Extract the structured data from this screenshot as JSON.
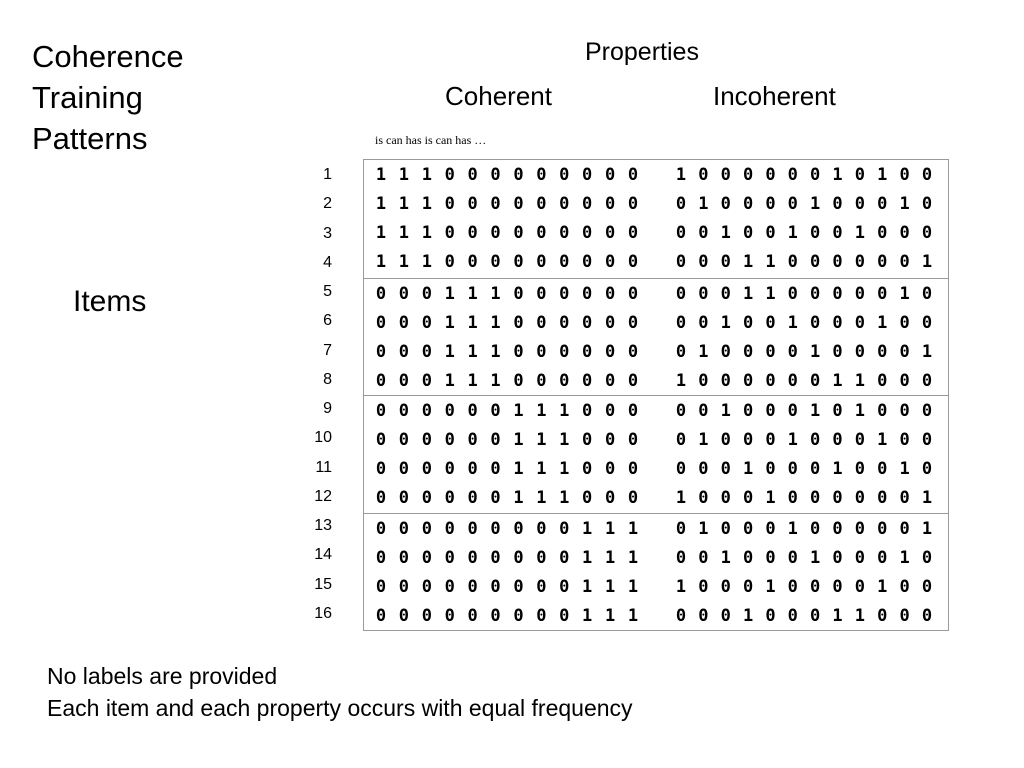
{
  "title": [
    "Coherence",
    "Training",
    "Patterns"
  ],
  "header": {
    "properties": "Properties",
    "coherent": "Coherent",
    "incoherent": "Incoherent",
    "subtitle": "is can has is can has …"
  },
  "items_label": "Items",
  "table": {
    "rows": [
      {
        "id": "1",
        "coherent": [
          "1",
          "1",
          "1",
          "0",
          "0",
          "0",
          "0",
          "0",
          "0",
          "0",
          "0",
          "0"
        ],
        "incoherent": [
          "1",
          "0",
          "0",
          "0",
          "0",
          "0",
          "0",
          "1",
          "0",
          "1",
          "0",
          "0"
        ]
      },
      {
        "id": "2",
        "coherent": [
          "1",
          "1",
          "1",
          "0",
          "0",
          "0",
          "0",
          "0",
          "0",
          "0",
          "0",
          "0"
        ],
        "incoherent": [
          "0",
          "1",
          "0",
          "0",
          "0",
          "0",
          "1",
          "0",
          "0",
          "0",
          "1",
          "0"
        ]
      },
      {
        "id": "3",
        "coherent": [
          "1",
          "1",
          "1",
          "0",
          "0",
          "0",
          "0",
          "0",
          "0",
          "0",
          "0",
          "0"
        ],
        "incoherent": [
          "0",
          "0",
          "1",
          "0",
          "0",
          "1",
          "0",
          "0",
          "1",
          "0",
          "0",
          "0"
        ]
      },
      {
        "id": "4",
        "coherent": [
          "1",
          "1",
          "1",
          "0",
          "0",
          "0",
          "0",
          "0",
          "0",
          "0",
          "0",
          "0"
        ],
        "incoherent": [
          "0",
          "0",
          "0",
          "1",
          "1",
          "0",
          "0",
          "0",
          "0",
          "0",
          "0",
          "1"
        ]
      },
      {
        "id": "5",
        "coherent": [
          "0",
          "0",
          "0",
          "1",
          "1",
          "1",
          "0",
          "0",
          "0",
          "0",
          "0",
          "0"
        ],
        "incoherent": [
          "0",
          "0",
          "0",
          "1",
          "1",
          "0",
          "0",
          "0",
          "0",
          "0",
          "1",
          "0"
        ]
      },
      {
        "id": "6",
        "coherent": [
          "0",
          "0",
          "0",
          "1",
          "1",
          "1",
          "0",
          "0",
          "0",
          "0",
          "0",
          "0"
        ],
        "incoherent": [
          "0",
          "0",
          "1",
          "0",
          "0",
          "1",
          "0",
          "0",
          "0",
          "1",
          "0",
          "0"
        ]
      },
      {
        "id": "7",
        "coherent": [
          "0",
          "0",
          "0",
          "1",
          "1",
          "1",
          "0",
          "0",
          "0",
          "0",
          "0",
          "0"
        ],
        "incoherent": [
          "0",
          "1",
          "0",
          "0",
          "0",
          "0",
          "1",
          "0",
          "0",
          "0",
          "0",
          "1"
        ]
      },
      {
        "id": "8",
        "coherent": [
          "0",
          "0",
          "0",
          "1",
          "1",
          "1",
          "0",
          "0",
          "0",
          "0",
          "0",
          "0"
        ],
        "incoherent": [
          "1",
          "0",
          "0",
          "0",
          "0",
          "0",
          "0",
          "1",
          "1",
          "0",
          "0",
          "0"
        ]
      },
      {
        "id": "9",
        "coherent": [
          "0",
          "0",
          "0",
          "0",
          "0",
          "0",
          "1",
          "1",
          "1",
          "0",
          "0",
          "0"
        ],
        "incoherent": [
          "0",
          "0",
          "1",
          "0",
          "0",
          "0",
          "1",
          "0",
          "1",
          "0",
          "0",
          "0"
        ]
      },
      {
        "id": "10",
        "coherent": [
          "0",
          "0",
          "0",
          "0",
          "0",
          "0",
          "1",
          "1",
          "1",
          "0",
          "0",
          "0"
        ],
        "incoherent": [
          "0",
          "1",
          "0",
          "0",
          "0",
          "1",
          "0",
          "0",
          "0",
          "1",
          "0",
          "0"
        ]
      },
      {
        "id": "11",
        "coherent": [
          "0",
          "0",
          "0",
          "0",
          "0",
          "0",
          "1",
          "1",
          "1",
          "0",
          "0",
          "0"
        ],
        "incoherent": [
          "0",
          "0",
          "0",
          "1",
          "0",
          "0",
          "0",
          "1",
          "0",
          "0",
          "1",
          "0"
        ]
      },
      {
        "id": "12",
        "coherent": [
          "0",
          "0",
          "0",
          "0",
          "0",
          "0",
          "1",
          "1",
          "1",
          "0",
          "0",
          "0"
        ],
        "incoherent": [
          "1",
          "0",
          "0",
          "0",
          "1",
          "0",
          "0",
          "0",
          "0",
          "0",
          "0",
          "1"
        ]
      },
      {
        "id": "13",
        "coherent": [
          "0",
          "0",
          "0",
          "0",
          "0",
          "0",
          "0",
          "0",
          "0",
          "1",
          "1",
          "1"
        ],
        "incoherent": [
          "0",
          "1",
          "0",
          "0",
          "0",
          "1",
          "0",
          "0",
          "0",
          "0",
          "0",
          "1"
        ]
      },
      {
        "id": "14",
        "coherent": [
          "0",
          "0",
          "0",
          "0",
          "0",
          "0",
          "0",
          "0",
          "0",
          "1",
          "1",
          "1"
        ],
        "incoherent": [
          "0",
          "0",
          "1",
          "0",
          "0",
          "0",
          "1",
          "0",
          "0",
          "0",
          "1",
          "0"
        ]
      },
      {
        "id": "15",
        "coherent": [
          "0",
          "0",
          "0",
          "0",
          "0",
          "0",
          "0",
          "0",
          "0",
          "1",
          "1",
          "1"
        ],
        "incoherent": [
          "1",
          "0",
          "0",
          "0",
          "1",
          "0",
          "0",
          "0",
          "0",
          "1",
          "0",
          "0"
        ]
      },
      {
        "id": "16",
        "coherent": [
          "0",
          "0",
          "0",
          "0",
          "0",
          "0",
          "0",
          "0",
          "0",
          "1",
          "1",
          "1"
        ],
        "incoherent": [
          "0",
          "0",
          "0",
          "1",
          "0",
          "0",
          "0",
          "1",
          "1",
          "0",
          "0",
          "0"
        ]
      }
    ]
  },
  "notes": [
    "No labels are provided",
    "Each item and each property occurs with equal frequency"
  ]
}
